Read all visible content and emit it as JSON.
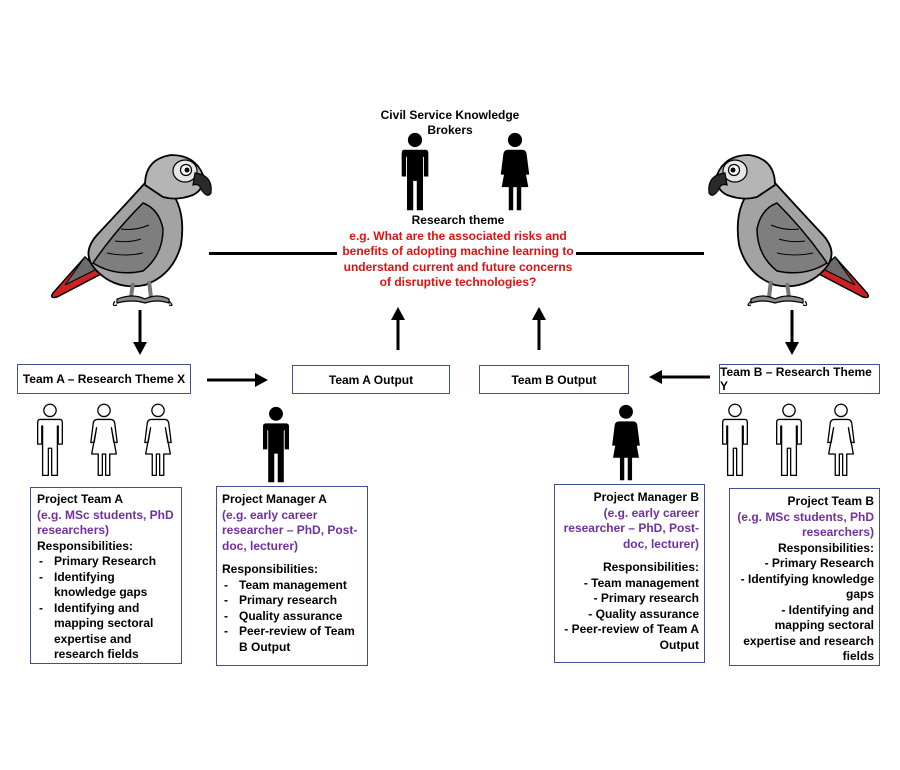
{
  "brokers": {
    "title": "Civil Service Knowledge Brokers"
  },
  "theme": {
    "label": "Research theme",
    "question": "e.g. What are the associated risks and benefits of adopting machine learning to understand current and future concerns of disruptive technologies?"
  },
  "team_a_theme": "Team A – Research Theme X",
  "team_b_theme": "Team B – Research Theme Y",
  "team_a_output": "Team A Output",
  "team_b_output": "Team B Output",
  "project_team_a": {
    "title": "Project Team A",
    "example": "(e.g. MSc students, PhD researchers)",
    "resp_label": "Responsibilities:",
    "items": [
      "Primary Research",
      "Identifying knowledge gaps",
      "Identifying and mapping sectoral expertise and research fields"
    ]
  },
  "manager_a": {
    "title": "Project Manager A",
    "example": "(e.g. early career researcher – PhD, Post-doc, lecturer)",
    "resp_label": "Responsibilities:",
    "items": [
      "Team management",
      "Primary research",
      "Quality assurance",
      "Peer-review of Team B Output"
    ]
  },
  "manager_b": {
    "title": "Project Manager B",
    "example": "(e.g. early career researcher – PhD, Post-doc, lecturer)",
    "resp_label": "Responsibilities:",
    "items": [
      "- Team management",
      "- Primary research",
      "- Quality assurance",
      "- Peer-review of Team A Output"
    ]
  },
  "project_team_b": {
    "title": "Project Team B",
    "example": "(e.g. MSc students, PhD researchers)",
    "resp_label": "Responsibilities:",
    "items": [
      "- Primary Research",
      "- Identifying knowledge gaps",
      "- Identifying and mapping sectoral expertise and research fields"
    ]
  },
  "colors": {
    "box_border": "#3f4f8f",
    "purple": "#7030a0",
    "red": "#e01010",
    "parrot_grey": "#9a9a9a",
    "parrot_tail": "#cc2222"
  }
}
